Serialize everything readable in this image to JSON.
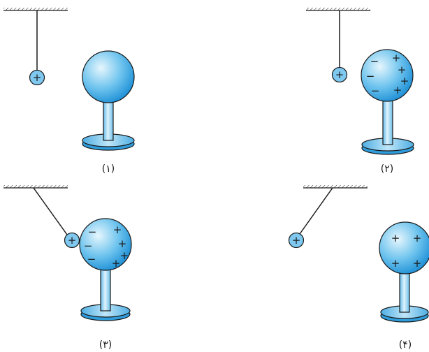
{
  "panels": [
    {
      "caption": "(۱)",
      "pendulum_charge": "+",
      "sphere_charges": []
    },
    {
      "caption": "(۲)",
      "pendulum_charge": "+",
      "sphere_charges": [
        "−",
        "−",
        "−",
        "+",
        "+",
        "+",
        "+"
      ]
    },
    {
      "caption": "(۳)",
      "pendulum_charge": "+",
      "sphere_charges": [
        "−",
        "−",
        "−",
        "+",
        "+",
        "+",
        "+"
      ]
    },
    {
      "caption": "(۴)",
      "pendulum_charge": "+",
      "sphere_charges": [
        "+",
        "+",
        "+",
        "+"
      ]
    }
  ],
  "colors": {
    "ball_fill": "#7fc8ef",
    "sphere_highlight": "#e6f6fd",
    "sphere_shadow": "#1d8fd6",
    "stand": "#9fd8f4",
    "outline": "#1a1a1a"
  }
}
